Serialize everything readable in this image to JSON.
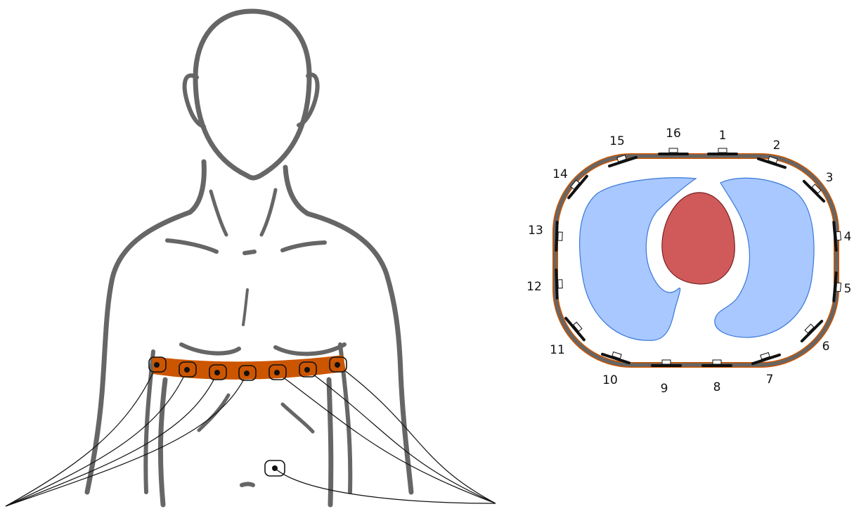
{
  "figure": {
    "electrode_labels": [
      "1",
      "2",
      "3",
      "4",
      "5",
      "6",
      "7",
      "8",
      "9",
      "10",
      "11",
      "12",
      "13",
      "14",
      "15",
      "16"
    ],
    "colors": {
      "outline": "#666666",
      "belt": "#cc5500",
      "lung": "#a8c8ff",
      "lung_stroke": "#3a78d8",
      "heart": "#d05a5a",
      "heart_stroke": "#7a2020",
      "wire": "#111111"
    },
    "icons": [
      "human-torso-illustration",
      "electrode-belt",
      "thorax-cross-section",
      "lung-shape",
      "heart-shape"
    ]
  }
}
